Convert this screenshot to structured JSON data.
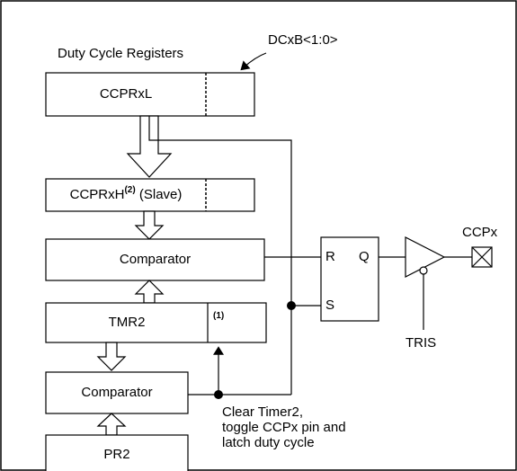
{
  "registers_title": "Duty Cycle Registers",
  "dcxb_label": "DCxB<1:0>",
  "ccprxl": "CCPRxL",
  "ccprxh": {
    "name": "CCPRxH",
    "note": "(2)",
    "suffix": "(Slave)"
  },
  "comparator_top": "Comparator",
  "tmr2": {
    "name": "TMR2",
    "note": "(1)"
  },
  "comparator_bottom": "Comparator",
  "pr2": "PR2",
  "flipflop": {
    "r": "R",
    "s": "S",
    "q": "Q"
  },
  "output_pin": "CCPx",
  "tris": "TRIS",
  "clear_note": [
    "Clear Timer2,",
    "toggle CCPx pin and",
    "latch duty cycle"
  ]
}
